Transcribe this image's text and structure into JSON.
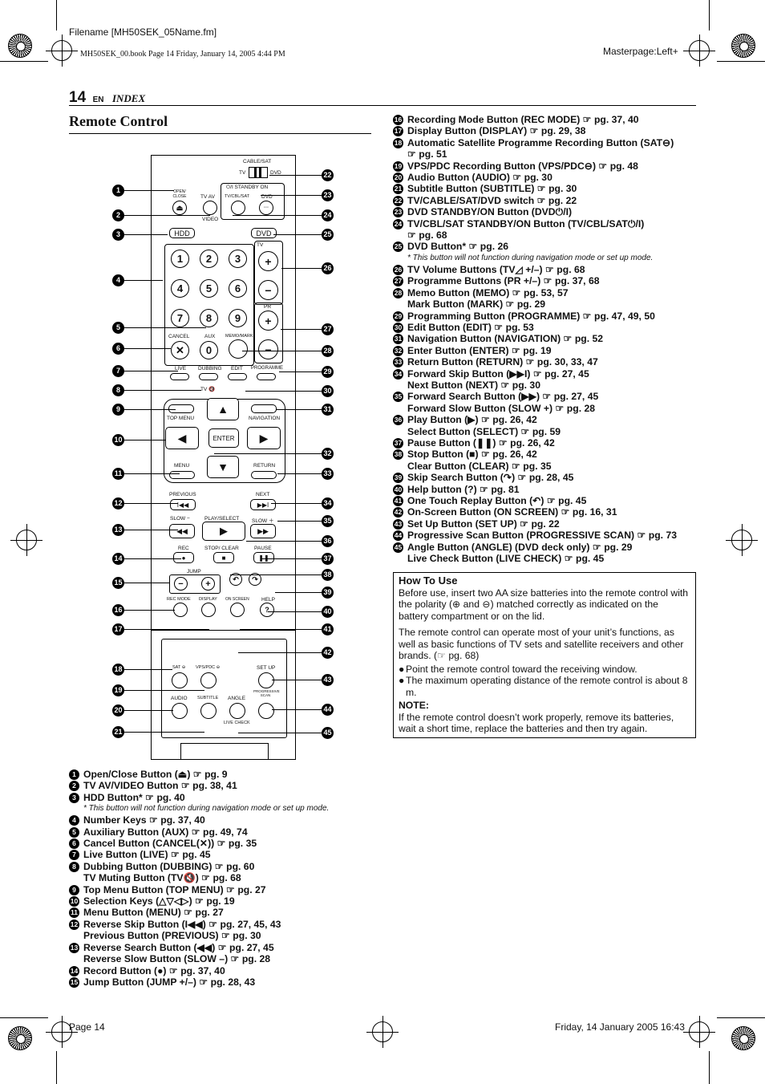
{
  "header": {
    "filename": "Filename [MH50SEK_05Name.fm]",
    "bookline": "MH50SEK_00.book  Page 14  Friday, January 14, 2005  4:44 PM",
    "masterpage": "Masterpage:Left+",
    "page_number": "14",
    "lang": "EN",
    "section": "INDEX",
    "title": "Remote Control"
  },
  "footer": {
    "left": "Page 14",
    "right": "Friday, 14 January 2005  16:43"
  },
  "left_list": [
    {
      "n": "1",
      "text": "Open/Close Button (⏏) ☞ pg. 9"
    },
    {
      "n": "2",
      "text": "TV AV/VIDEO Button ☞ pg. 38, 41"
    },
    {
      "n": "3",
      "text": "HDD Button* ☞ pg. 40"
    },
    {
      "n": "",
      "text": "* This button will not function during navigation mode or set up mode.",
      "note": true
    },
    {
      "n": "4",
      "text": "Number Keys ☞ pg. 37, 40"
    },
    {
      "n": "5",
      "text": "Auxiliary Button (AUX) ☞ pg. 49,  74"
    },
    {
      "n": "6",
      "text": "Cancel Button (CANCEL(✕)) ☞ pg. 35"
    },
    {
      "n": "7",
      "text": "Live Button (LIVE) ☞ pg. 45"
    },
    {
      "n": "8",
      "text": "Dubbing Button (DUBBING) ☞ pg. 60"
    },
    {
      "n": "",
      "text": "TV Muting Button (TV🔇) ☞ pg. 68"
    },
    {
      "n": "9",
      "text": "Top Menu Button (TOP MENU) ☞ pg. 27"
    },
    {
      "n": "10",
      "text": "Selection Keys (△▽◁▷) ☞ pg. 19"
    },
    {
      "n": "11",
      "text": "Menu Button (MENU) ☞ pg. 27"
    },
    {
      "n": "12",
      "text": "Reverse Skip Button (I◀◀) ☞ pg. 27, 45, 43"
    },
    {
      "n": "",
      "text": "Previous Button (PREVIOUS) ☞ pg. 30"
    },
    {
      "n": "13",
      "text": "Reverse Search Button (◀◀) ☞ pg. 27, 45"
    },
    {
      "n": "",
      "text": "Reverse Slow Button (SLOW –) ☞ pg. 28"
    },
    {
      "n": "14",
      "text": "Record Button (●) ☞ pg. 37, 40"
    },
    {
      "n": "15",
      "text": "Jump Button (JUMP +/–) ☞ pg. 28,  43"
    }
  ],
  "right_list": [
    {
      "n": "16",
      "text": "Recording Mode Button (REC MODE) ☞ pg. 37, 40"
    },
    {
      "n": "17",
      "text": "Display Button (DISPLAY) ☞ pg. 29, 38"
    },
    {
      "n": "18",
      "text": "Automatic Satellite Programme Recording Button (SAT⊖)"
    },
    {
      "n": "",
      "text": "☞ pg. 51"
    },
    {
      "n": "19",
      "text": "VPS/PDC Recording Button (VPS/PDC⊖) ☞ pg. 48"
    },
    {
      "n": "20",
      "text": "Audio Button (AUDIO) ☞ pg. 30"
    },
    {
      "n": "21",
      "text": "Subtitle Button (SUBTITLE) ☞ pg. 30"
    },
    {
      "n": "22",
      "text": "TV/CABLE/SAT/DVD switch ☞ pg. 22"
    },
    {
      "n": "23",
      "text": "DVD STANDBY/ON Button (DVD⏻/I)"
    },
    {
      "n": "24",
      "text": "TV/CBL/SAT STANDBY/ON Button (TV/CBL/SAT⏻/I)"
    },
    {
      "n": "",
      "text": "☞ pg. 68"
    },
    {
      "n": "25",
      "text": "DVD Button* ☞ pg. 26"
    },
    {
      "n": "",
      "text": "* This button will not function during navigation mode or set up mode.",
      "note": true
    },
    {
      "n": "26",
      "text": "TV Volume Buttons (TV◿ +/–) ☞ pg. 68"
    },
    {
      "n": "27",
      "text": "Programme Buttons (PR +/–) ☞ pg. 37, 68"
    },
    {
      "n": "28",
      "text": "Memo Button (MEMO) ☞ pg. 53, 57"
    },
    {
      "n": "",
      "text": "Mark Button (MARK) ☞ pg. 29"
    },
    {
      "n": "29",
      "text": "Programming Button (PROGRAMME) ☞ pg. 47, 49, 50"
    },
    {
      "n": "30",
      "text": "Edit Button (EDIT) ☞ pg. 53"
    },
    {
      "n": "31",
      "text": "Navigation Button (NAVIGATION) ☞ pg. 52"
    },
    {
      "n": "32",
      "text": "Enter Button (ENTER) ☞ pg. 19"
    },
    {
      "n": "33",
      "text": "Return Button (RETURN) ☞ pg. 30, 33, 47"
    },
    {
      "n": "34",
      "text": "Forward Skip Button (▶▶I) ☞ pg. 27, 45"
    },
    {
      "n": "",
      "text": "Next Button (NEXT) ☞ pg. 30"
    },
    {
      "n": "35",
      "text": "Forward Search Button (▶▶) ☞ pg. 27, 45"
    },
    {
      "n": "",
      "text": "Forward Slow Button (SLOW +) ☞ pg. 28"
    },
    {
      "n": "36",
      "text": "Play Button (▶) ☞ pg. 26, 42"
    },
    {
      "n": "",
      "text": "Select Button (SELECT) ☞ pg. 59"
    },
    {
      "n": "37",
      "text": "Pause Button (❚❚) ☞ pg. 26, 42"
    },
    {
      "n": "38",
      "text": "Stop Button (■) ☞ pg. 26, 42"
    },
    {
      "n": "",
      "text": "Clear Button (CLEAR) ☞ pg. 35"
    },
    {
      "n": "39",
      "text": "Skip Search Button (↷) ☞ pg. 28, 45"
    },
    {
      "n": "40",
      "text": "Help button (?) ☞ pg. 81"
    },
    {
      "n": "41",
      "text": "One Touch Replay Button (↶) ☞ pg. 45"
    },
    {
      "n": "42",
      "text": "On-Screen Button (ON SCREEN) ☞ pg. 16, 31"
    },
    {
      "n": "43",
      "text": "Set Up Button (SET UP) ☞ pg. 22"
    },
    {
      "n": "44",
      "text": "Progressive Scan Button (PROGRESSIVE SCAN) ☞ pg. 73"
    },
    {
      "n": "45",
      "text": "Angle Button (ANGLE) (DVD deck only) ☞ pg. 29"
    },
    {
      "n": "",
      "text": "Live Check Button (LIVE CHECK) ☞ pg. 45"
    }
  ],
  "howto": {
    "title": "How To Use",
    "p1": "Before use, insert two AA size batteries into the remote control with the polarity (⊕ and ⊖) matched correctly as indicated on the battery compartment or on the lid.",
    "p2": "The remote control can operate most of your unit’s functions, as well as basic functions of TV sets and satellite receivers and other brands. (☞ pg. 68)",
    "b1": "Point the remote control toward the receiving window.",
    "b2": "The maximum operating distance of the remote control is about 8 m.",
    "note_head": "NOTE:",
    "note": "If the remote control doesn’t work properly, remove its batteries, wait a short time, replace the batteries and then try again."
  },
  "remote": {
    "cable_sat": "CABLE/SAT",
    "tv": "TV",
    "dvd": "DVD",
    "standby": "⏻/I  STANDBY ON",
    "open_close": "OPEN/ CLOSE",
    "tv_av": "TV AV",
    "video": "VIDEO",
    "tv_cbl_sat": "TV/CBL/SAT",
    "hdd": "HDD",
    "dvd_btn": "DVD",
    "tv_vol": "TV",
    "pr": "PR",
    "digits": [
      "1",
      "2",
      "3",
      "4",
      "5",
      "6",
      "7",
      "8",
      "9",
      "0"
    ],
    "cancel": "CANCEL",
    "aux": "AUX",
    "memo_mark": "MEMO/MARK",
    "live": "LIVE",
    "dubbing": "DUBBING",
    "edit": "EDIT",
    "programme": "PROGRAMME",
    "tv_mute": "TV 🔇",
    "top_menu": "TOP MENU",
    "navigation": "NAVIGATION",
    "enter": "ENTER",
    "menu": "MENU",
    "return": "RETURN",
    "previous": "PREVIOUS",
    "next": "NEXT",
    "slow_minus": "SLOW −",
    "play_select": "PLAY/SELECT",
    "slow_plus": "SLOW ＋",
    "rec": "REC",
    "stop_clear": "STOP/ CLEAR",
    "pause": "PAUSE",
    "jump": "JUMP",
    "rec_mode": "REC MODE",
    "display": "DISPLAY",
    "on_screen": "ON SCREEN",
    "help": "HELP",
    "sat": "SAT ⊖",
    "vps_pdc": "VPS/PDC ⊖",
    "set_up": "SET UP",
    "progressive": "PROGRESSIVE SCAN",
    "audio": "AUDIO",
    "subtitle": "SUBTITLE",
    "angle": "ANGLE",
    "live_check": "LIVE CHECK"
  },
  "callouts_left": [
    "1",
    "2",
    "3",
    "4",
    "5",
    "6",
    "7",
    "8",
    "9",
    "10",
    "11",
    "12",
    "13",
    "14",
    "15",
    "16",
    "17",
    "18",
    "19",
    "20",
    "21"
  ],
  "callouts_right": [
    "22",
    "23",
    "24",
    "25",
    "26",
    "27",
    "28",
    "29",
    "30",
    "31",
    "32",
    "33",
    "34",
    "35",
    "36",
    "37",
    "38",
    "39",
    "40",
    "41",
    "42",
    "43",
    "44",
    "45"
  ]
}
